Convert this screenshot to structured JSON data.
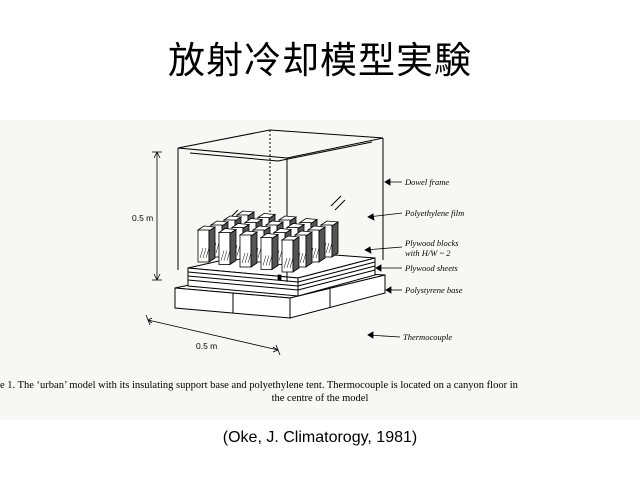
{
  "slide": {
    "title": "放射冷却模型実験",
    "credit": "(Oke, J. Climatorogy, 1981)"
  },
  "figure": {
    "labels": {
      "dowel_frame": "Dowel frame",
      "polyethylene_film": "Polyethylene film",
      "plywood_blocks_1": "Plywood blocks",
      "plywood_blocks_2": "with H/W ~ 2",
      "plywood_sheets": "Plywood sheets",
      "polystyrene_base": "Polystyrene base",
      "thermocouple": "Thermocouple"
    },
    "dimensions": {
      "height": "0.5 m",
      "width": "0.5 m"
    },
    "caption": {
      "line1": "e 1.  The ‘urban’ model with its insulating support base and polyethylene tent. Thermocouple is located on a canyon floor in",
      "line2": "the centre of the model"
    }
  }
}
